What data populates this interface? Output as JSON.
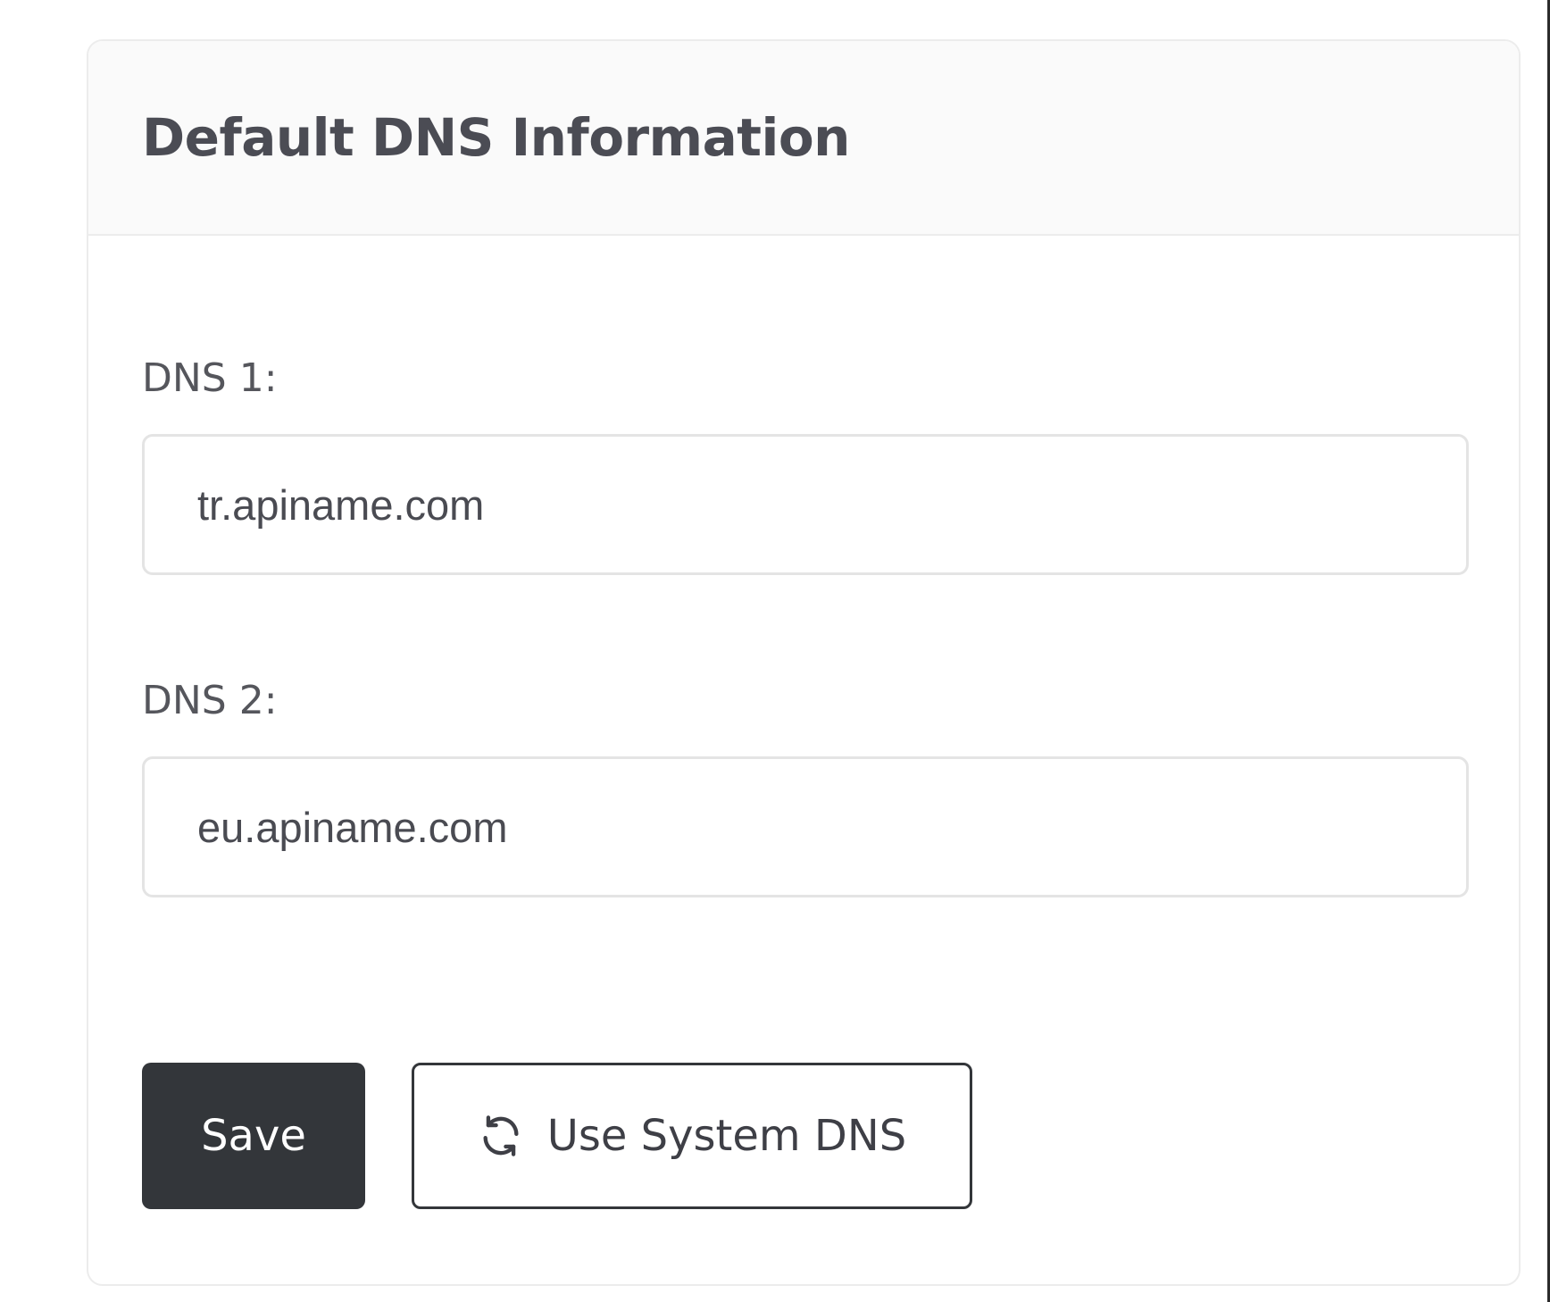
{
  "card": {
    "title": "Default DNS Information"
  },
  "fields": {
    "dns1": {
      "label": "DNS 1:",
      "value": "tr.apiname.com"
    },
    "dns2": {
      "label": "DNS 2:",
      "value": "eu.apiname.com"
    }
  },
  "actions": {
    "save_label": "Save",
    "system_dns_label": "Use System DNS",
    "system_dns_icon": "refresh-icon"
  },
  "colors": {
    "primary_button": "#33363a",
    "title_text": "#4b4c54",
    "header_bg": "#fafafa",
    "border": "#ececec"
  }
}
